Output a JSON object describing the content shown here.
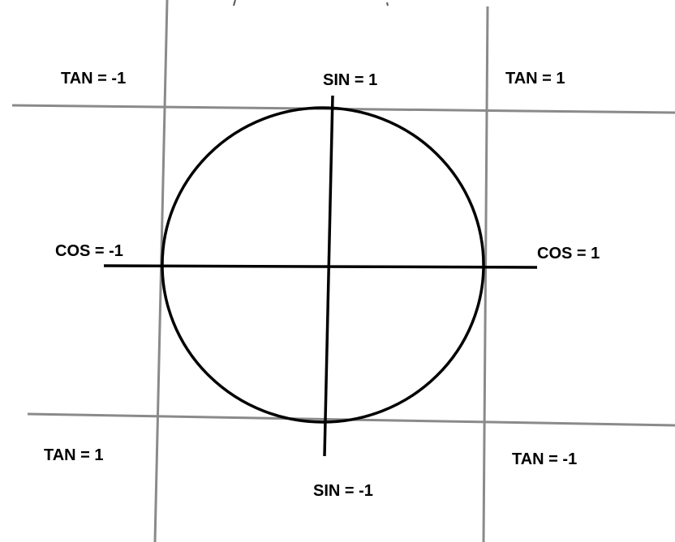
{
  "labels": {
    "top_left": "TAN = -1",
    "top_center": "SIN = 1",
    "top_right": "TAN = 1",
    "middle_left": "COS = -1",
    "middle_right": "COS = 1",
    "bottom_left": "TAN = 1",
    "bottom_center": "SIN = -1",
    "bottom_right": "TAN = -1"
  },
  "colors": {
    "grid_line": "#8a8a8a",
    "axis_line": "#000000",
    "circle": "#000000",
    "text": "#000000",
    "background": "#ffffff"
  }
}
